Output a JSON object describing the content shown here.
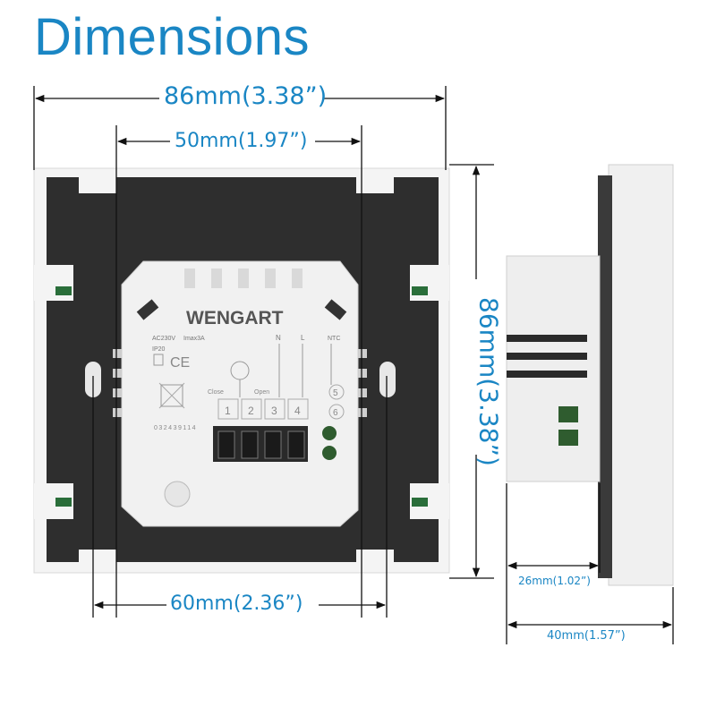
{
  "title": "Dimensions",
  "dimensions": {
    "overall_width": "86mm(3.38”)",
    "inner_width": "50mm(1.97”)",
    "mount_spacing": "60mm(2.36”)",
    "overall_height": "86mm(3.38”)",
    "body_depth": "26mm(1.02”)",
    "total_depth": "40mm(1.57”)"
  },
  "device_labels": {
    "brand": "WENGART",
    "rating": "AC230V",
    "current": "Imax3A",
    "ip": "IP20",
    "ce": "CE",
    "n": "N",
    "l": "L",
    "ntc": "NTC",
    "close": "Close",
    "open": "Open",
    "t1": "1",
    "t2": "2",
    "t3": "3",
    "t4": "4",
    "t5": "5",
    "t6": "6",
    "serial": "032439114"
  },
  "colors": {
    "accent": "#1a86c4",
    "plate": "#2b2b2b",
    "frame": "#f2f2f2"
  }
}
